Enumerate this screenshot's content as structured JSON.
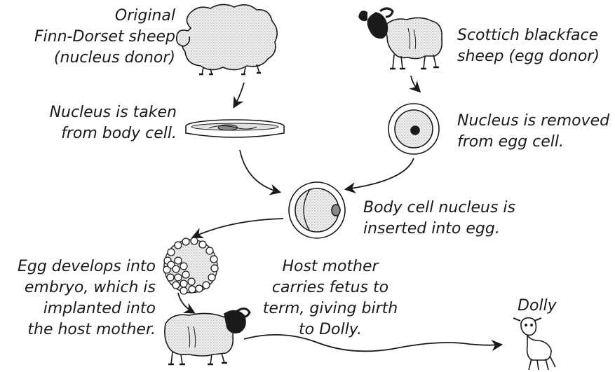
{
  "labels": {
    "finn_dorset": [
      "Original",
      "Finn-Dorset sheep",
      "(nucleus donor)"
    ],
    "blackface": [
      "Scottich blackface",
      "sheep (egg donor)"
    ],
    "nucleus_taken": [
      "Nucleus is taken",
      "from body cell."
    ],
    "nucleus_removed": [
      "Nucleus is removed",
      "from egg cell."
    ],
    "inserted": [
      "Body cell nucleus is",
      "inserted into egg."
    ],
    "develops": [
      "Egg develops into",
      "embryo, which is",
      "implanted into",
      "the host mother."
    ],
    "host_mother": [
      "Host mother",
      "carries fetus to",
      "term, giving birth",
      "to Dolly."
    ],
    "dolly": "Dolly"
  },
  "colors": {
    "ink": "#1a1a1a",
    "wool": "#d9d9d9",
    "cytoplasm": "#e6e6e6",
    "nucleus_dark": "#222222",
    "nucleus_grey": "#8a8a8a"
  }
}
